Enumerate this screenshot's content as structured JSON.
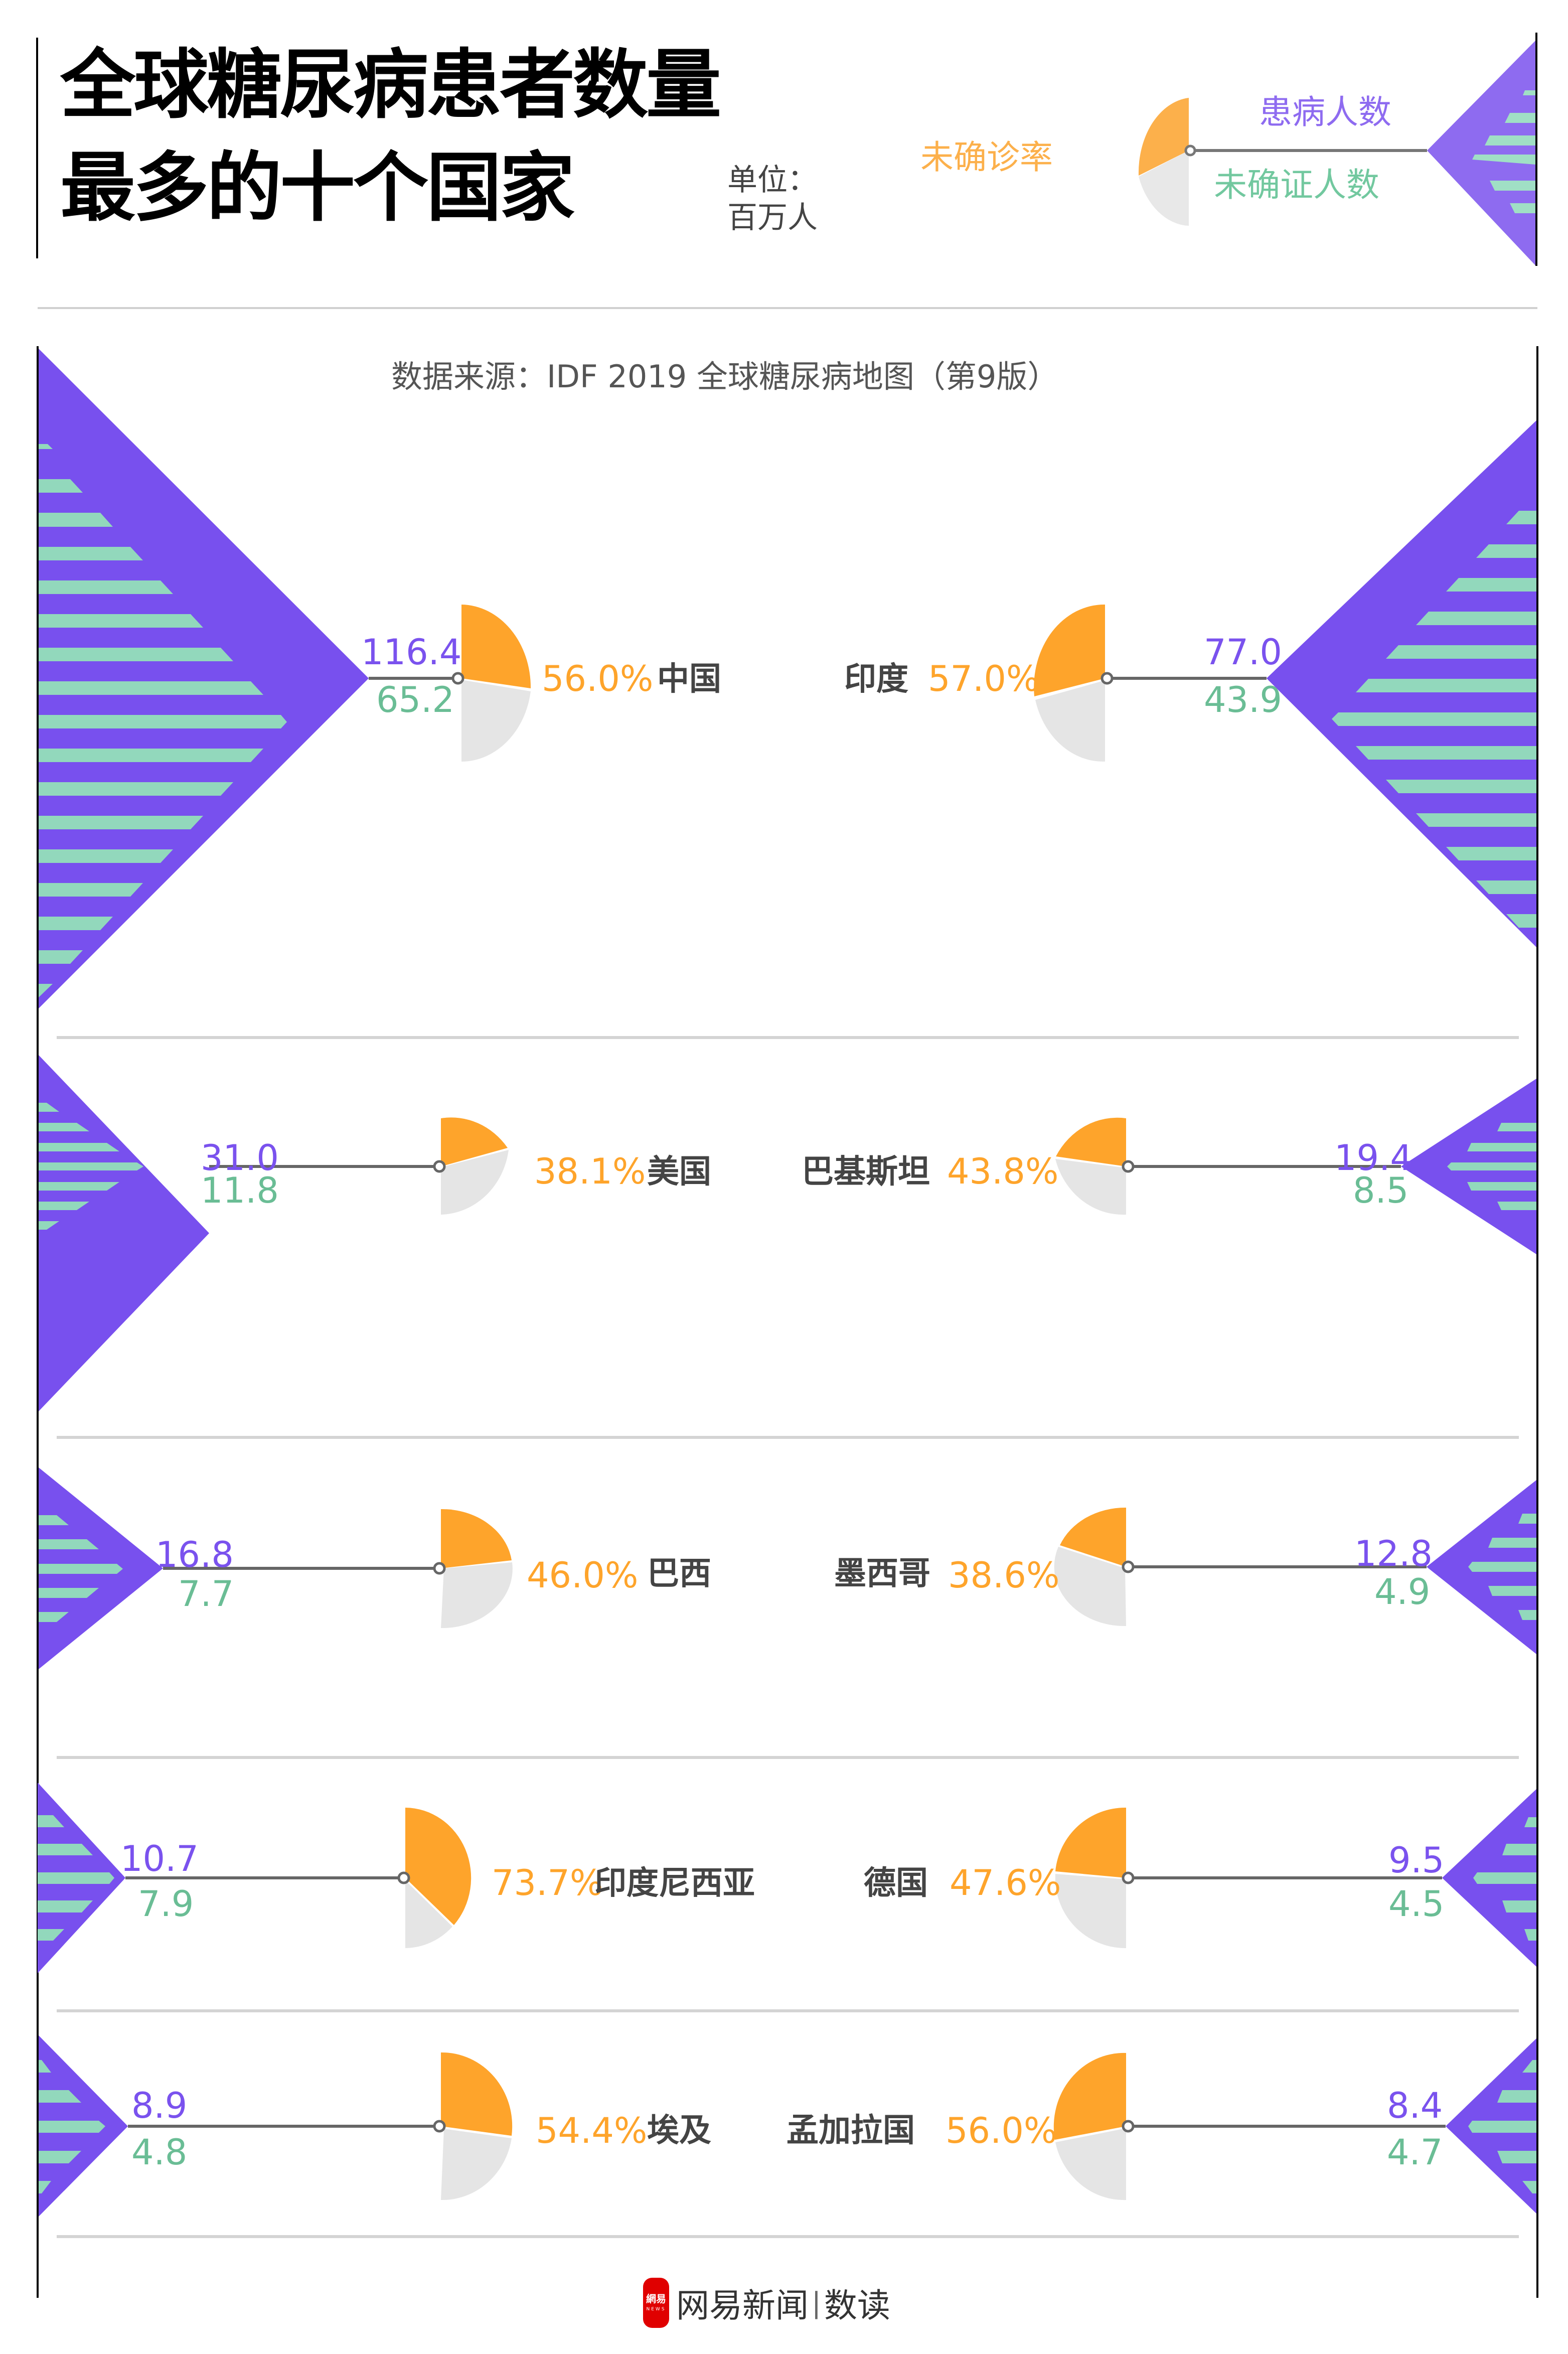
{
  "header": {
    "title_line1": "全球糖尿病患者数量",
    "title_line2": "最多的十个国家",
    "unit_label": "单位：",
    "unit_value": "百万人"
  },
  "legend": {
    "undiagnosed_rate": "未确诊率",
    "patients": "患病人数",
    "undiagnosed_count": "未确证人数"
  },
  "source": "数据来源：IDF 2019 全球糖尿病地图（第9版）",
  "colors": {
    "purple": "#7a52ee",
    "green": "#92d8bc",
    "green_text": "#6abd95",
    "orange": "#fea42b",
    "grey": "#e5e5e5"
  },
  "chart_data": {
    "type": "table",
    "title": "全球糖尿病患者数量最多的十个国家",
    "unit": "百万人",
    "series": [
      {
        "name": "患病人数",
        "values": [
          116.4,
          77.0,
          31.0,
          19.4,
          16.8,
          12.8,
          10.7,
          9.5,
          8.9,
          8.4
        ]
      },
      {
        "name": "未确证人数",
        "values": [
          65.2,
          43.9,
          11.8,
          8.5,
          7.7,
          4.9,
          7.9,
          4.5,
          4.8,
          4.7
        ]
      },
      {
        "name": "未确诊率",
        "values": [
          "56.0%",
          "57.0%",
          "38.1%",
          "43.8%",
          "46.0%",
          "38.6%",
          "73.7%",
          "47.6%",
          "54.4%",
          "56.0%"
        ]
      }
    ],
    "categories": [
      "中国",
      "印度",
      "美国",
      "巴基斯坦",
      "巴西",
      "墨西哥",
      "印度尼西亚",
      "德国",
      "埃及",
      "孟加拉国"
    ],
    "source": "IDF 2019 全球糖尿病地图（第9版）"
  },
  "rows": [
    {
      "left": {
        "country": "中国",
        "total": "116.4",
        "undiag": "65.2",
        "pct": "56.0%"
      },
      "right": {
        "country": "印度",
        "total": "77.0",
        "undiag": "43.9",
        "pct": "57.0%"
      }
    },
    {
      "left": {
        "country": "美国",
        "total": "31.0",
        "undiag": "11.8",
        "pct": "38.1%"
      },
      "right": {
        "country": "巴基斯坦",
        "total": "19.4",
        "undiag": "8.5",
        "pct": "43.8%"
      }
    },
    {
      "left": {
        "country": "巴西",
        "total": "16.8",
        "undiag": "7.7",
        "pct": "46.0%"
      },
      "right": {
        "country": "墨西哥",
        "total": "12.8",
        "undiag": "4.9",
        "pct": "38.6%"
      }
    },
    {
      "left": {
        "country": "印度尼西亚",
        "total": "10.7",
        "undiag": "7.9",
        "pct": "73.7%"
      },
      "right": {
        "country": "德国",
        "total": "9.5",
        "undiag": "4.5",
        "pct": "47.6%"
      }
    },
    {
      "left": {
        "country": "埃及",
        "total": "8.9",
        "undiag": "4.8",
        "pct": "54.4%"
      },
      "right": {
        "country": "孟加拉国",
        "total": "8.4",
        "undiag": "4.7",
        "pct": "56.0%"
      }
    }
  ],
  "footer": {
    "logo_text": "網易",
    "logo_sub": "NEWS",
    "brand": "网易新闻",
    "separator": "|",
    "column": "数读"
  }
}
